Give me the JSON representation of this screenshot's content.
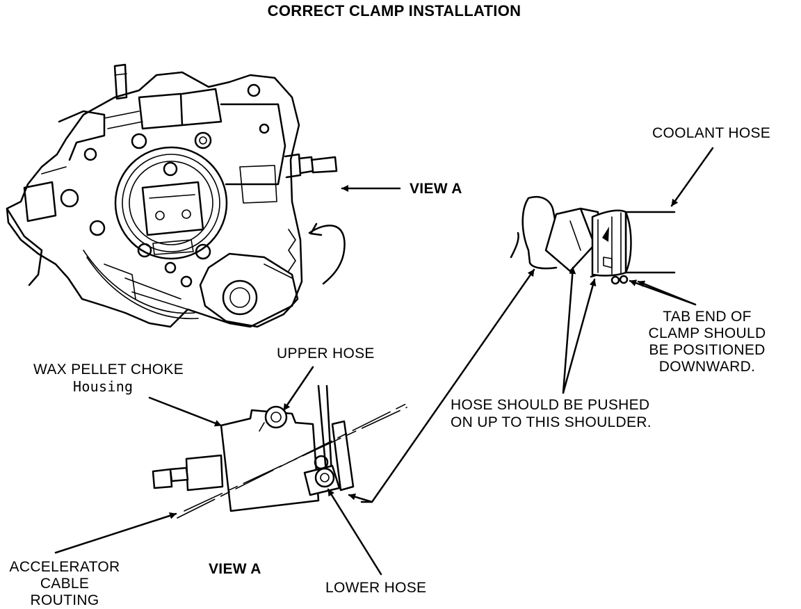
{
  "title": "CORRECT CLAMP INSTALLATION",
  "labels": {
    "view_a_pointer": "VIEW A",
    "coolant_hose": "COOLANT HOSE",
    "tab_end": [
      "TAB END OF",
      "CLAMP SHOULD",
      "BE POSITIONED",
      "DOWNWARD."
    ],
    "hose_pushed": [
      "HOSE SHOULD BE PUSHED",
      "ON UP TO THIS SHOULDER."
    ],
    "upper_hose": "UPPER HOSE",
    "wax_pellet": [
      "WAX PELLET CHOKE",
      "Housing"
    ],
    "accelerator": [
      "ACCELERATOR",
      "CABLE",
      "ROUTING"
    ],
    "view_a_caption": "VIEW A",
    "lower_hose": "LOWER HOSE"
  }
}
